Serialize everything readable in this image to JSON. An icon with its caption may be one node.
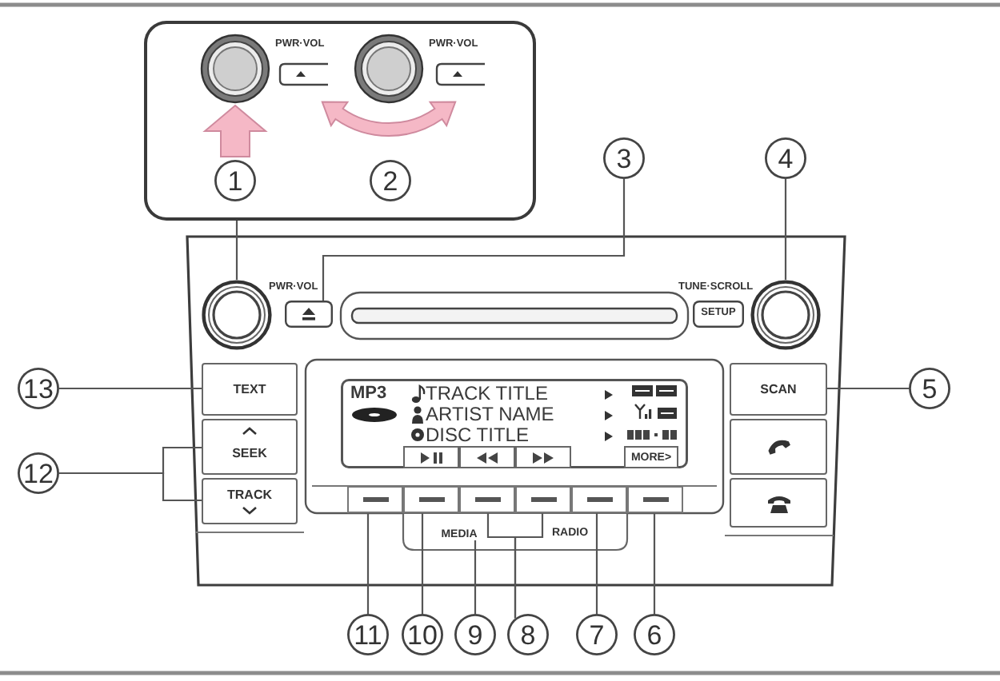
{
  "diagram": {
    "nodes": [
      {
        "text": [],
        "shape": "box"
      },
      {
        "text": [
          "1"
        ],
        "in": 0
      },
      {
        "text": [
          "2"
        ],
        "in": 0
      },
      {
        "text": [
          "3"
        ]
      },
      {
        "text": [
          "4"
        ]
      },
      {
        "text": [],
        "shape": "circle"
      },
      {
        "text": [],
        "shape": "box"
      },
      {
        "text": [
          "SETUP"
        ]
      },
      {
        "text": [],
        "shape": "circle"
      },
      {
        "text": [
          "13"
        ]
      },
      {
        "text": [
          "TEXT"
        ]
      },
      {
        "text": [
          "MP3",
          "TRACK TITLE",
          "ARTIST NAME",
          "DISC TITLE"
        ]
      },
      {
        "text": [
          "SCAN"
        ]
      },
      {
        "text": [
          "5"
        ]
      },
      {
        "text": [],
        "shape": "box"
      },
      {
        "text": [
          "12"
        ]
      },
      {
        "text": [
          "SEEK"
        ]
      },
      {
        "text": [
          "TRACK"
        ]
      },
      {
        "text": [],
        "shape": "box",
        "in": 11
      },
      {
        "text": [],
        "shape": "box",
        "in": 11
      },
      {
        "text": [],
        "shape": "box",
        "in": 11
      },
      {
        "text": [
          "MORE>"
        ],
        "in": 11
      },
      {
        "text": [],
        "shape": "box"
      },
      {
        "text": [],
        "shape": "box"
      },
      {
        "text": [],
        "shape": "box"
      },
      {
        "text": [],
        "shape": "box"
      },
      {
        "text": [],
        "shape": "box"
      },
      {
        "text": [],
        "shape": "box"
      },
      {
        "text": [],
        "shape": "box"
      },
      {
        "text": [
          "MEDIA"
        ]
      },
      {
        "text": [
          "11"
        ]
      },
      {
        "text": [
          "10"
        ]
      },
      {
        "text": [
          "9"
        ]
      },
      {
        "text": [
          "8"
        ]
      },
      {
        "text": [
          "7"
        ]
      },
      {
        "text": [
          "6"
        ]
      }
    ],
    "edges": [
      {
        "from": 0,
        "to": 5,
        "arrow": "none"
      },
      {
        "from": 3,
        "to": 6,
        "arrow": "none"
      },
      {
        "from": 4,
        "to": 8,
        "arrow": "none"
      },
      {
        "from": 9,
        "to": 10,
        "arrow": "none"
      },
      {
        "from": 13,
        "to": 12,
        "arrow": "none"
      },
      {
        "from": 15,
        "to": 16,
        "arrow": "none"
      },
      {
        "from": 15,
        "to": 17,
        "arrow": "none"
      },
      {
        "from": 30,
        "to": 23,
        "arrow": "none"
      },
      {
        "from": 31,
        "to": 24,
        "arrow": "none"
      },
      {
        "from": 32,
        "to": 29,
        "arrow": "none"
      },
      {
        "from": 33,
        "to": 25,
        "arrow": "none"
      },
      {
        "from": 33,
        "to": 26,
        "arrow": "none"
      },
      {
        "from": 34,
        "to": 27,
        "arrow": "none"
      },
      {
        "from": 35,
        "to": 28,
        "arrow": "none"
      }
    ],
    "labels": [
      "PWR·VOL",
      "PWR·VOL",
      "PWR·VOL",
      "TUNE·SCROLL",
      "RADIO"
    ]
  }
}
